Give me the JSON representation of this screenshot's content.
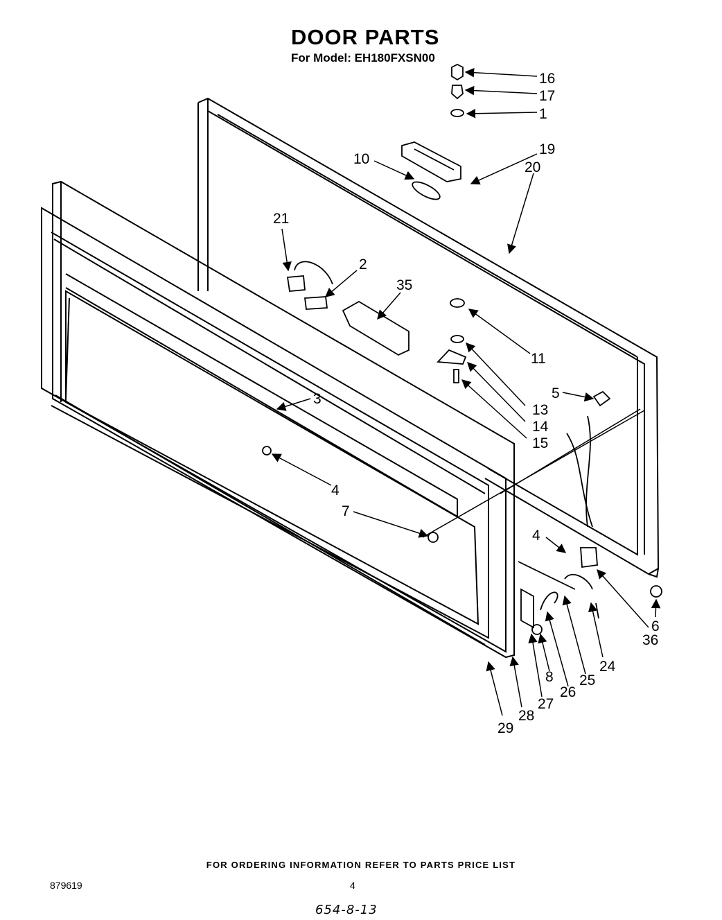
{
  "header": {
    "title": "DOOR PARTS",
    "subtitle": "For Model: EH180FXSN00"
  },
  "callouts": [
    "16",
    "17",
    "1",
    "19",
    "20",
    "10",
    "21",
    "2",
    "35",
    "11",
    "5",
    "13",
    "14",
    "15",
    "3",
    "4",
    "7",
    "4",
    "6",
    "36",
    "24",
    "25",
    "26",
    "8",
    "27",
    "28",
    "29"
  ],
  "footer": {
    "ordering_note": "FOR ORDERING INFORMATION REFER TO PARTS PRICE LIST",
    "doc_number": "879619",
    "page_number": "4",
    "handwritten_code": "654-8-13"
  }
}
